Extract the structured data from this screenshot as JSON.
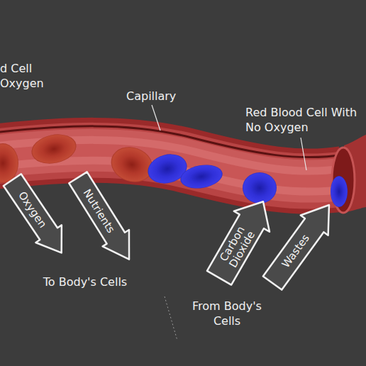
{
  "diagram": {
    "nodes": [
      {
        "text": [
          "Oxygen"
        ]
      },
      {
        "text": [
          "Nutrients"
        ]
      },
      {
        "text": [
          "Carbon Dioxide"
        ]
      },
      {
        "text": [
          "Wastes"
        ]
      }
    ],
    "labels": [
      "d Cell Oxygen",
      "Capillary",
      "Red Blood Cell With No Oxygen",
      "To Body's Cells",
      "From Body's Cells"
    ]
  }
}
